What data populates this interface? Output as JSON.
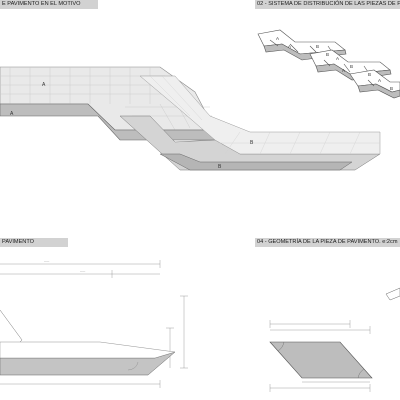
{
  "panels": [
    {
      "title": "E PAVIMENTO EN EL MOTIVO"
    },
    {
      "title": "02 - SISTEMA DE DISTRIBUCIÓN DE LAS PIEZAS DE PA"
    },
    {
      "title": "PAVIMENTO"
    },
    {
      "title": "04 - GEOMETRÍA DE LA PIEZA DE PAVIMENTO. e:2cm"
    }
  ],
  "labels": {
    "piece_a": "A",
    "piece_b": "B"
  },
  "colors": {
    "paving_gray": "#bdbdbd",
    "light_gray": "#e9e9e9",
    "title_bar": "#d2d2d2",
    "stroke": "#555555"
  }
}
